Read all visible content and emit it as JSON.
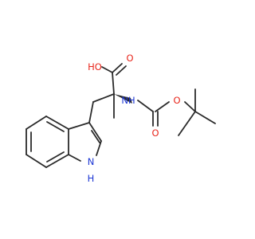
{
  "colors": {
    "bond": "#2a2a2a",
    "oxygen": "#e8261c",
    "nitrogen": "#1c36d4",
    "background": "#ffffff"
  },
  "atom_labels": {
    "hydroxyl": "HO",
    "carbonyl_o": "O",
    "amide_n": "NH",
    "carbamate_o": "O",
    "ester_o": "O",
    "indole_n": "NH"
  }
}
